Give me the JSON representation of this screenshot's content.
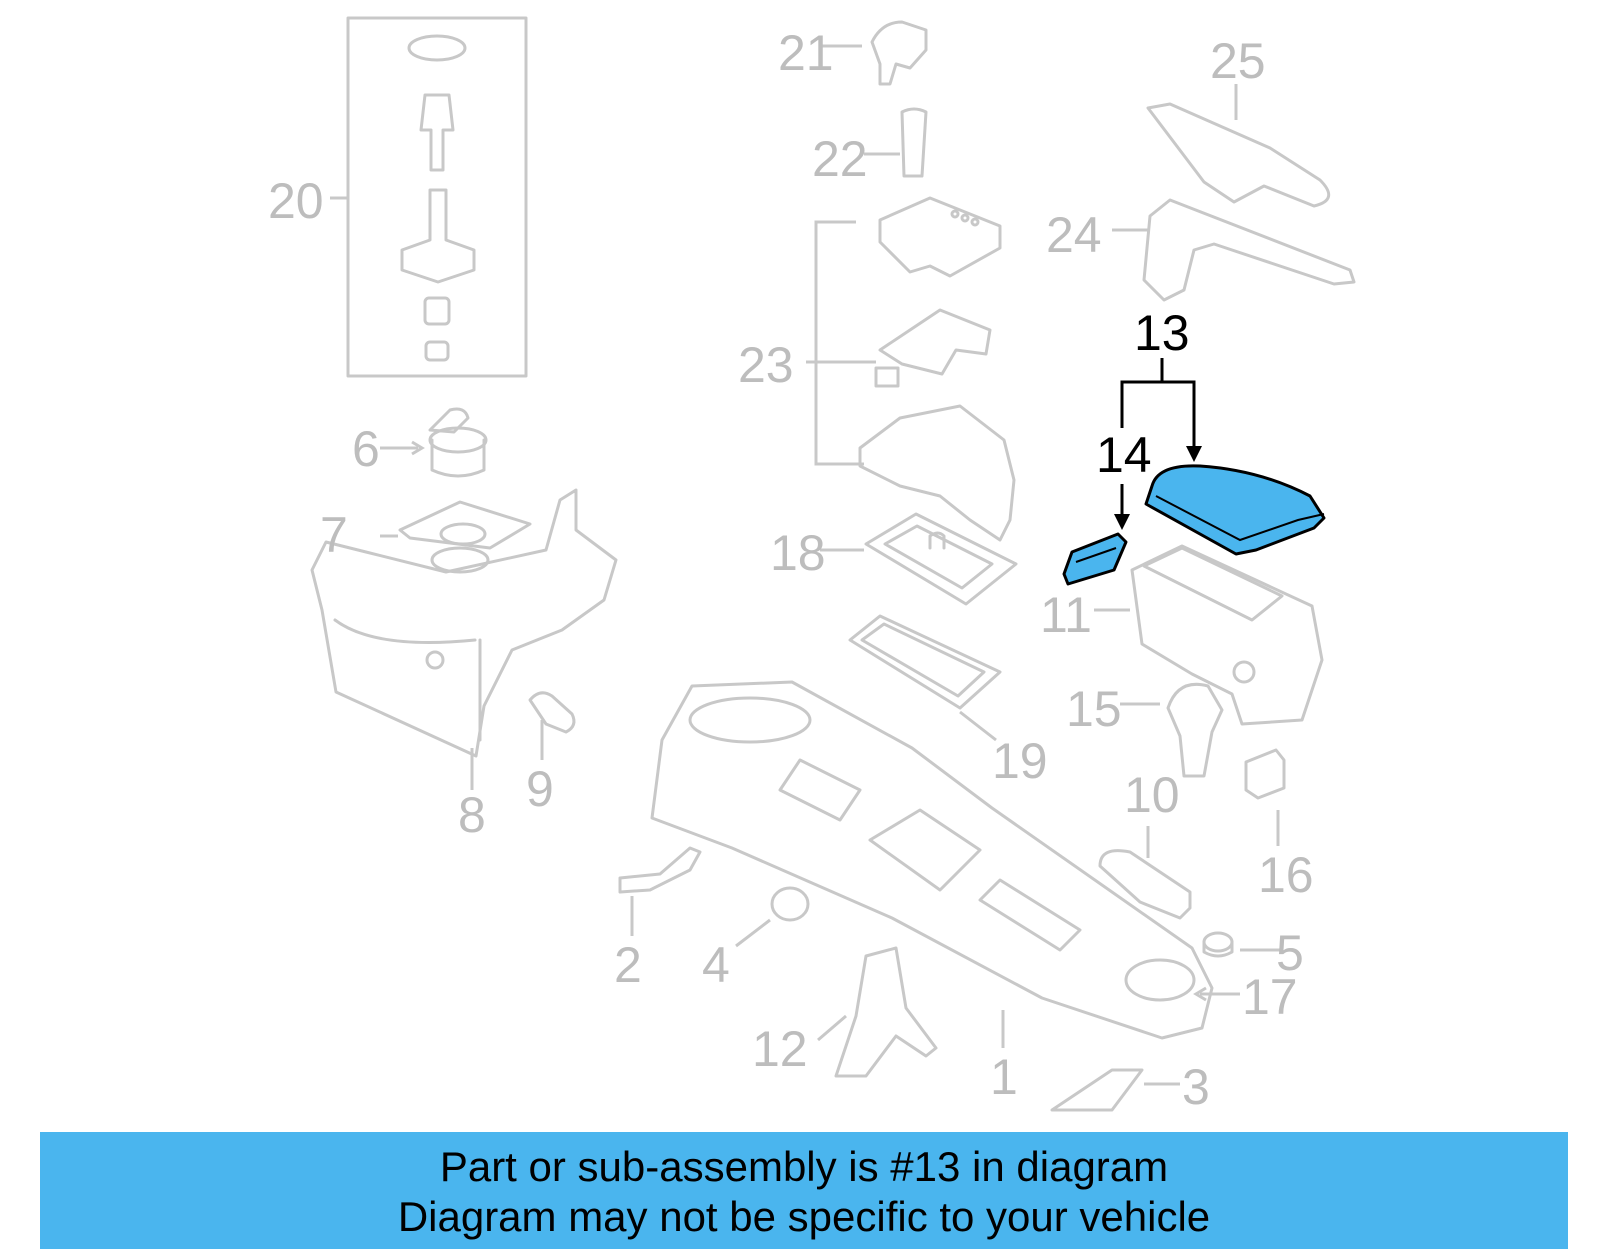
{
  "diagram": {
    "callouts": {
      "c1": "1",
      "c2": "2",
      "c3": "3",
      "c4": "4",
      "c5": "5",
      "c6": "6",
      "c7": "7",
      "c8": "8",
      "c9": "9",
      "c10": "10",
      "c11": "11",
      "c12": "12",
      "c13": "13",
      "c14": "14",
      "c15": "15",
      "c16": "16",
      "c17": "17",
      "c18": "18",
      "c19": "19",
      "c20": "20",
      "c21": "21",
      "c22": "22",
      "c23": "23",
      "c24": "24",
      "c25": "25"
    },
    "highlighted_part": "13",
    "colors": {
      "highlight": "#4ab5ee",
      "faded": "#bdbdbd",
      "banner": "#4ab5ee"
    }
  },
  "banner": {
    "line1": "Part or sub-assembly is #13 in diagram",
    "line2": "Diagram may not be specific to your vehicle"
  }
}
